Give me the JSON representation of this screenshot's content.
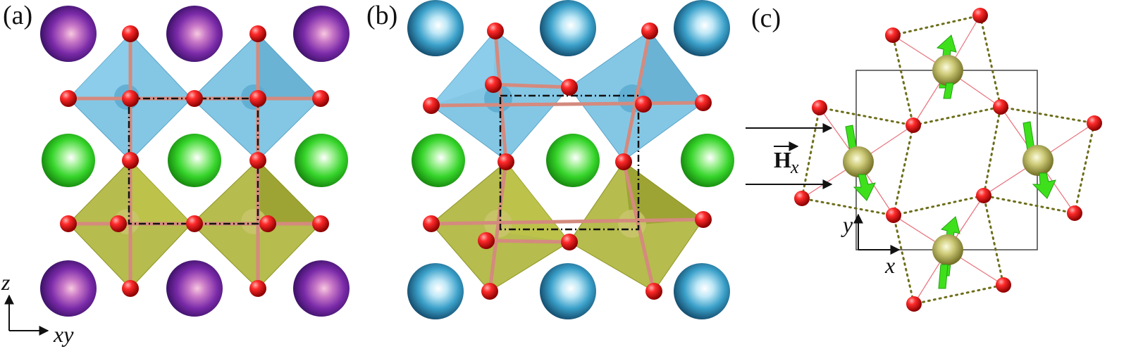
{
  "panels": [
    {
      "label": "(a)"
    },
    {
      "label": "(b)"
    },
    {
      "label": "(c)"
    }
  ],
  "axes_ab": {
    "vertical": "z",
    "horizontal": "xy"
  },
  "axes_c": {
    "vertical": "y",
    "horizontal": "x"
  },
  "field": {
    "symbol": "H",
    "subscript": "x"
  },
  "colors": {
    "oxygen": "#e8121b",
    "a_site_purple": "#7a2aa8",
    "a_site_cyan": "#3aa0c9",
    "a_site_green": "#35d42a",
    "octahedron_blue": "#6fbde0",
    "octahedron_olive": "#a9b02e",
    "b_site": "#c8c46a",
    "spin_arrow": "#3ee01c",
    "cell_line": "#111111",
    "dotted_bond": "#6d6d1a",
    "thin_bond": "#e8707a"
  }
}
